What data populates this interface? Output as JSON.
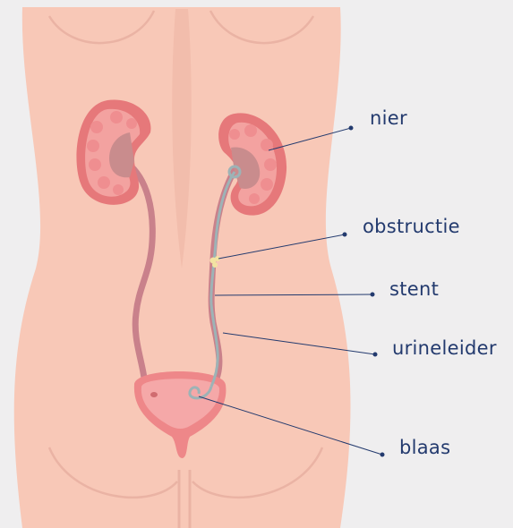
{
  "labels": {
    "kidney": "nier",
    "obstruction": "obstructie",
    "stent": "stent",
    "ureter": "urineleider",
    "bladder": "blaas"
  },
  "colors": {
    "background": "#efeeef",
    "skin": "#f8c8b7",
    "skin_shadow": "#eab3a4",
    "kidney_outer": "#e6787a",
    "kidney_inner": "#f3a2a0",
    "pelvis": "#c98c8d",
    "ureter": "#c9818b",
    "bladder": "#ee8789",
    "stent": "#9db3b6",
    "obstruction": "#f3e4a2",
    "leader_line": "#233a6e",
    "label_text": "#233a6e"
  }
}
